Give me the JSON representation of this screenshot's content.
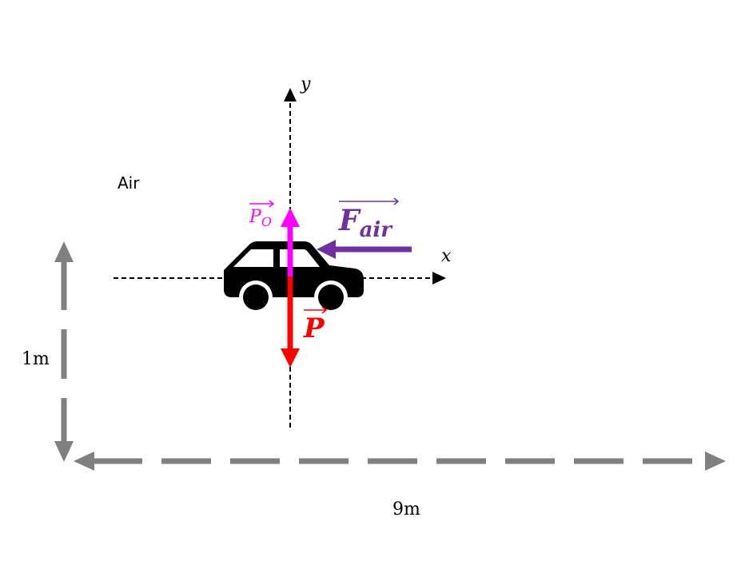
{
  "medium_label": "Air",
  "axes": {
    "x_label": "x",
    "y_label": "y"
  },
  "forces": {
    "p0": {
      "base": "P",
      "subscript": "O",
      "color": "#ff00ff"
    },
    "p": {
      "base": "P",
      "color": "#ff0000"
    },
    "f_air": {
      "base": "F",
      "subscript": "air",
      "color": "#7030a0"
    }
  },
  "dimensions": {
    "height": "1m",
    "width": "9m"
  },
  "colors": {
    "dimension_arrow": "#808080",
    "axis": "#000000",
    "car": "#000000"
  }
}
